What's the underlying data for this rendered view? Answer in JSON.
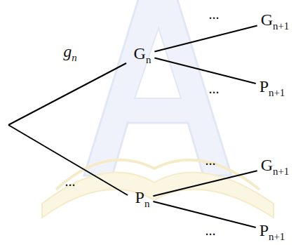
{
  "diagram": {
    "nodes": [
      {
        "text": [
          "Gn"
        ]
      },
      {
        "text": [
          "Gn+1"
        ]
      },
      {
        "text": [
          "Pn+1"
        ]
      },
      {
        "text": [
          "Pn"
        ]
      },
      {
        "text": [
          "Gn+1"
        ]
      },
      {
        "text": [
          "Pn+1"
        ]
      }
    ],
    "edges": [
      {
        "from": 0,
        "to": 1,
        "arrow": "none",
        "label": "..."
      },
      {
        "from": 0,
        "to": 2,
        "arrow": "none",
        "label": "..."
      },
      {
        "from": 3,
        "to": 4,
        "arrow": "none",
        "label": "..."
      },
      {
        "from": 3,
        "to": 5,
        "arrow": "none",
        "label": "..."
      }
    ],
    "labels": [
      "gn",
      "..."
    ]
  }
}
